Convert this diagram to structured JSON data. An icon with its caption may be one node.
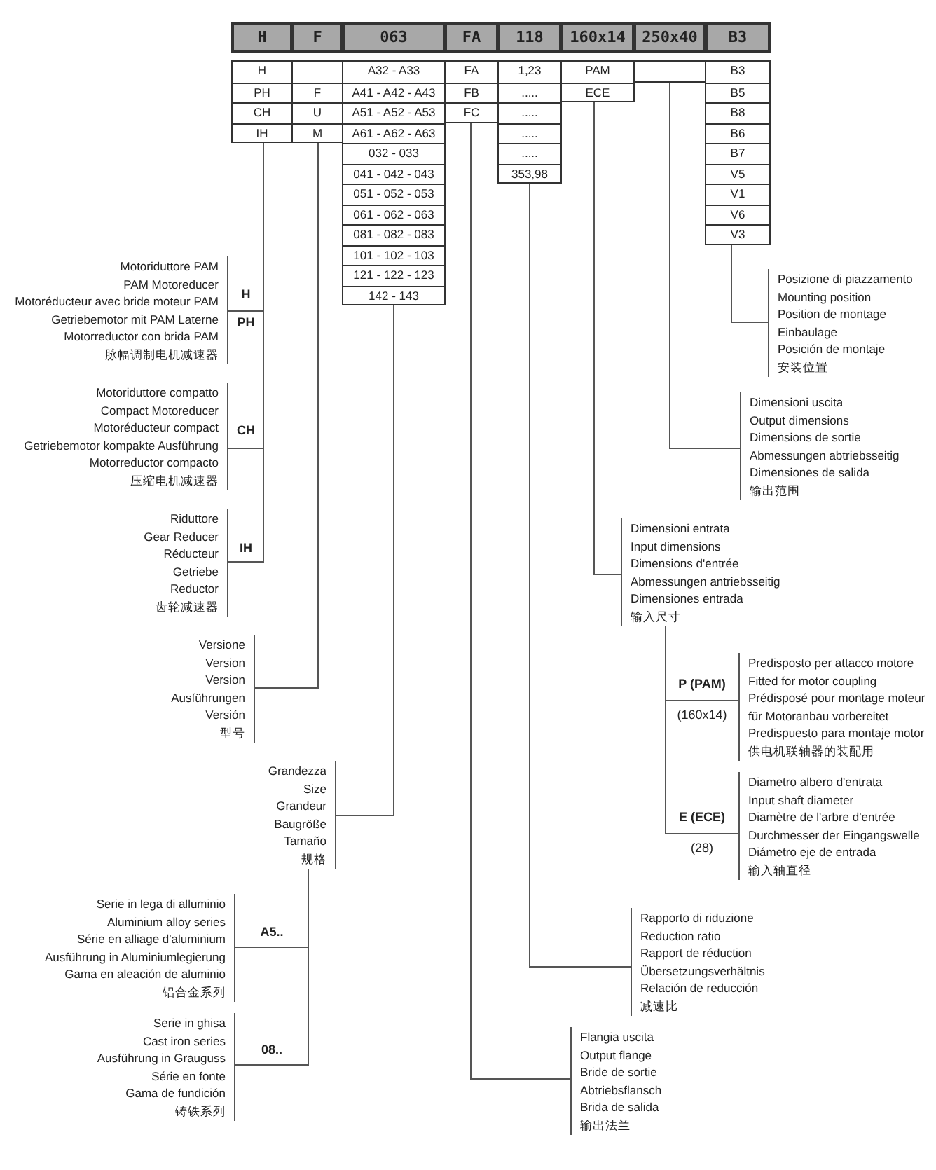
{
  "diagram": {
    "nodes": [
      {
        "text": [
          "H"
        ]
      },
      {
        "text": [
          "F"
        ]
      },
      {
        "text": [
          "063"
        ]
      },
      {
        "text": [
          "FA"
        ]
      },
      {
        "text": [
          "118"
        ]
      },
      {
        "text": [
          "160x14"
        ]
      },
      {
        "text": [
          "250x40"
        ]
      },
      {
        "text": [
          "B3"
        ]
      },
      {
        "text": [
          "H",
          "PH",
          "CH",
          "IH"
        ]
      },
      {
        "text": [
          "F",
          "U",
          "M"
        ]
      },
      {
        "text": [
          "A32 - A33",
          "A41 - A42 - A43",
          "A51 - A52 - A53",
          "A61 - A62 - A63",
          "032 - 033",
          "041 - 042 - 043",
          "051 - 052 - 053",
          "061 - 062 - 063",
          "081 - 082 - 083",
          "101 - 102 - 103",
          "121 - 122 - 123",
          "142 - 143"
        ]
      },
      {
        "text": [
          "FA",
          "FB",
          "FC"
        ]
      },
      {
        "text": [
          "1,23",
          ".....",
          ".....",
          ".....",
          ".....",
          "353,98"
        ]
      },
      {
        "text": [
          "PAM",
          "ECE"
        ]
      },
      {
        "text": [],
        "shape": "box"
      },
      {
        "text": [
          "B3",
          "B5",
          "B8",
          "B6",
          "B7",
          "V5",
          "V1",
          "V6",
          "V3"
        ]
      },
      {
        "text": [
          "Posizione di piazzamento",
          "Mounting position",
          "Position de montage",
          "Einbaulage",
          "Posición de montaje",
          "安装位置"
        ]
      },
      {
        "text": [
          "Motoriduttore PAM",
          "PAM Motoreducer",
          "Motoréducteur avec bride moteur PAM",
          "Getriebemotor mit PAM Laterne",
          "Motorreductor con brida PAM",
          "脉幅调制电机减速器"
        ],
        "beside": [
          "H",
          "PH"
        ]
      },
      {
        "text": [
          "Dimensioni uscita",
          "Output dimensions",
          "Dimensions de sortie",
          "Abmessungen abtriebsseitig",
          "Dimensiones de salida",
          "输出范围"
        ]
      },
      {
        "text": [
          "Motoriduttore compatto",
          "Compact Motoreducer",
          "Motoréducteur compact",
          "Getriebemotor kompakte Ausführung",
          "Motorreductor compacto",
          "压缩电机减速器"
        ],
        "beside": [
          "CH"
        ]
      },
      {
        "text": [
          "Riduttore",
          "Gear Reducer",
          "Réducteur",
          "Getriebe",
          "Reductor",
          "齿轮减速器"
        ],
        "beside": [
          "IH"
        ]
      },
      {
        "text": [
          "Dimensioni entrata",
          "Input dimensions",
          "Dimensions d'entrée",
          "Abmessungen antriebsseitig",
          "Dimensiones entrada",
          "输入尺寸"
        ]
      },
      {
        "text": [
          "Predisposto per attacco motore",
          "Fitted for motor coupling",
          "Prédisposé pour montage moteur",
          "für Motoranbau vorbereitet",
          "Predispuesto para montaje motor",
          "供电机联轴器的装配用"
        ],
        "beside": [
          "P (PAM)",
          "(160x14)"
        ]
      },
      {
        "text": [
          "Versione",
          "Version",
          "Version",
          "Ausführungen",
          "Versión",
          "型号"
        ]
      },
      {
        "text": [
          "Diametro albero d'entrata",
          "Input shaft diameter",
          "Diamètre de l'arbre d'entrée",
          "Durchmesser der Eingangswelle",
          "Diámetro eje de entrada",
          "输入轴直径"
        ],
        "beside": [
          "E (ECE)",
          "(28)"
        ]
      },
      {
        "text": [
          "Grandezza",
          "Size",
          "Grandeur",
          "Baugröße",
          "Tamaño",
          "规格"
        ]
      },
      {
        "text": [
          "Serie in lega di alluminio",
          "Aluminium alloy series",
          "Série en alliage d'aluminium",
          "Ausführung in Aluminiumlegierung",
          "Gama en aleación de aluminio",
          "铝合金系列"
        ],
        "beside": [
          "A5.."
        ]
      },
      {
        "text": [
          "Rapporto di riduzione",
          "Reduction ratio",
          "Rapport de réduction",
          "Übersetzungsverhältnis",
          "Relación de reducción",
          "减速比"
        ]
      },
      {
        "text": [
          "Serie in ghisa",
          "Cast iron series",
          "Ausführung in Grauguss",
          "Série en fonte",
          "Gama de fundición",
          "铸铁系列"
        ],
        "beside": [
          "08.."
        ]
      },
      {
        "text": [
          "Flangia uscita",
          "Output flange",
          "Bride de sortie",
          "Abtriebsflansch",
          "Brida de salida",
          "输出法兰"
        ]
      }
    ],
    "edges": [
      {
        "from": 15,
        "to": 16,
        "arrow": "none"
      },
      {
        "from": 8,
        "to": 17,
        "arrow": "none"
      },
      {
        "from": 14,
        "to": 18,
        "arrow": "none"
      },
      {
        "from": 8,
        "to": 19,
        "arrow": "none"
      },
      {
        "from": 8,
        "to": 20,
        "arrow": "none"
      },
      {
        "from": 13,
        "to": 21,
        "arrow": "none"
      },
      {
        "from": 21,
        "to": 22,
        "arrow": "none"
      },
      {
        "from": 9,
        "to": 23,
        "arrow": "none"
      },
      {
        "from": 21,
        "to": 24,
        "arrow": "none"
      },
      {
        "from": 10,
        "to": 25,
        "arrow": "none"
      },
      {
        "from": 25,
        "to": 26,
        "arrow": "none"
      },
      {
        "from": 12,
        "to": 27,
        "arrow": "none"
      },
      {
        "from": 25,
        "to": 28,
        "arrow": "none"
      },
      {
        "from": 11,
        "to": 29,
        "arrow": "none"
      }
    ]
  }
}
